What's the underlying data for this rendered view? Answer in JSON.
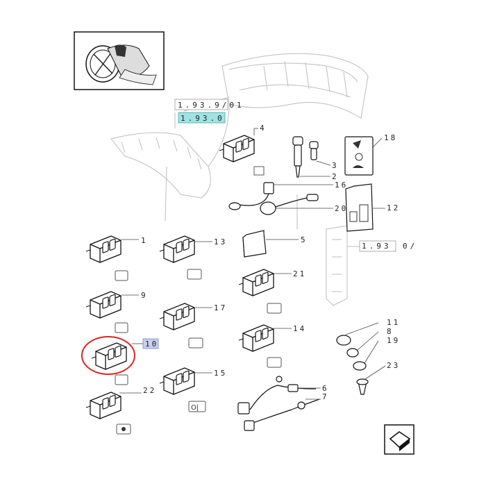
{
  "diagram": {
    "ref_top_1": "1.93.9/01",
    "ref_top_2": "1.93.0",
    "ref_right": "1.93",
    "ref_right_tail": "0/",
    "highlight_callout": "10",
    "callouts": {
      "c1": "1",
      "c2": "2",
      "c3": "3",
      "c4": "4",
      "c5": "5",
      "c6": "6",
      "c7": "7",
      "c8": "8",
      "c9": "9",
      "c11": "11",
      "c12": "12",
      "c13": "13",
      "c14": "14",
      "c15": "15",
      "c16": "16",
      "c17": "17",
      "c18": "18",
      "c19": "19",
      "c20": "20",
      "c21": "21",
      "c22": "22",
      "c23": "23"
    },
    "symbol_text_15": "O|",
    "colors": {
      "highlight_fill": "#9fe3e3",
      "callout_box_fill": "#c7d0ee",
      "circle_red": "#d8281f"
    }
  }
}
